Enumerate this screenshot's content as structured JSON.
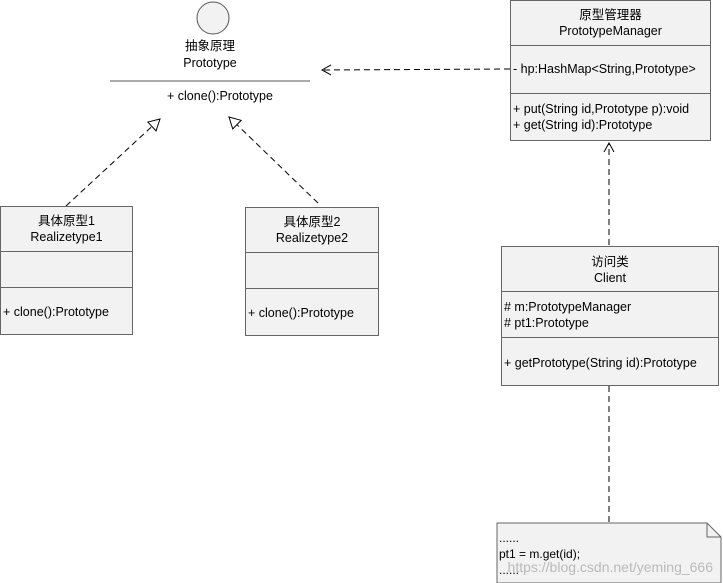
{
  "prototype_interface": {
    "name_cn": "抽象原理",
    "name": "Prototype",
    "operation": "+ clone():Prototype"
  },
  "manager": {
    "name_cn": "原型管理器",
    "name": "PrototypeManager",
    "attribute": "- hp:HashMap<String,Prototype>",
    "operations": [
      "+ put(String id,Prototype p):void",
      "+ get(String id):Prototype"
    ]
  },
  "concrete1": {
    "name_cn": "具体原型1",
    "name": "Realizetype1",
    "operation": "+ clone():Prototype"
  },
  "concrete2": {
    "name_cn": "具体原型2",
    "name": "Realizetype2",
    "operation": "+ clone():Prototype"
  },
  "client": {
    "name_cn": "访问类",
    "name": "Client",
    "attributes": [
      "# m:PrototypeManager",
      "# pt1:Prototype"
    ],
    "operation": "+ getPrototype(String id):Prototype"
  },
  "note": {
    "lines": [
      "......",
      "pt1 = m.get(id);",
      "......"
    ]
  },
  "watermark": "https://blog.csdn.net/yeming_666"
}
